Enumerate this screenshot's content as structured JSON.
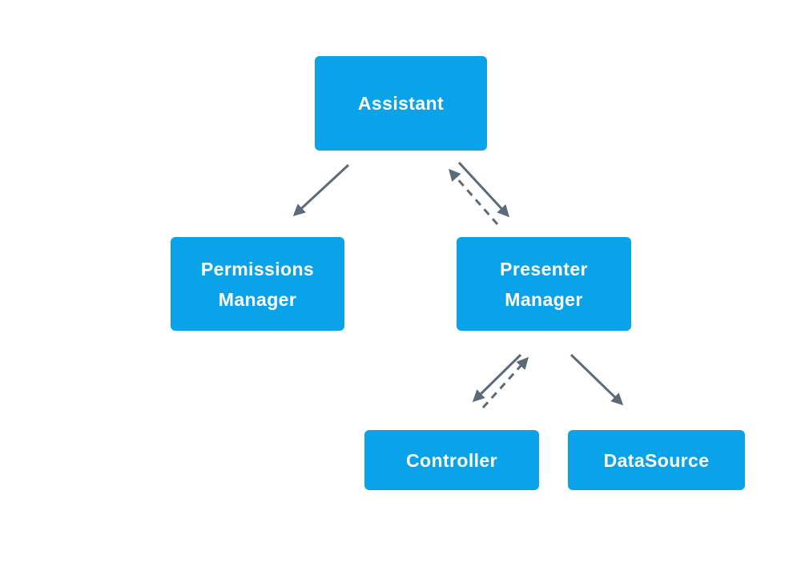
{
  "diagram": {
    "colors": {
      "node_fill": "#0aa3e9",
      "node_text": "#ffffff",
      "arrow": "#5c6b7a",
      "background": "#ffffff"
    },
    "nodes": {
      "assistant": {
        "label": "Assistant",
        "lines": [
          "Assistant"
        ]
      },
      "permissions_manager": {
        "label": "Permissions Manager",
        "lines": [
          "Permissions",
          "Manager"
        ]
      },
      "presenter_manager": {
        "label": "Presenter Manager",
        "lines": [
          "Presenter",
          "Manager"
        ]
      },
      "controller": {
        "label": "Controller",
        "lines": [
          "Controller"
        ]
      },
      "data_source": {
        "label": "DataSource",
        "lines": [
          "DataSource"
        ]
      }
    },
    "edges": [
      {
        "from": "Assistant",
        "to": "Permissions Manager",
        "line": "solid",
        "arrowhead": "to"
      },
      {
        "from": "Assistant",
        "to": "Presenter Manager",
        "line": "solid",
        "arrowhead": "to"
      },
      {
        "from": "Presenter Manager",
        "to": "Assistant",
        "line": "dashed",
        "arrowhead": "to"
      },
      {
        "from": "Presenter Manager",
        "to": "Controller",
        "line": "solid",
        "arrowhead": "to"
      },
      {
        "from": "Controller",
        "to": "Presenter Manager",
        "line": "dashed",
        "arrowhead": "to"
      },
      {
        "from": "Presenter Manager",
        "to": "DataSource",
        "line": "solid",
        "arrowhead": "to"
      }
    ]
  }
}
